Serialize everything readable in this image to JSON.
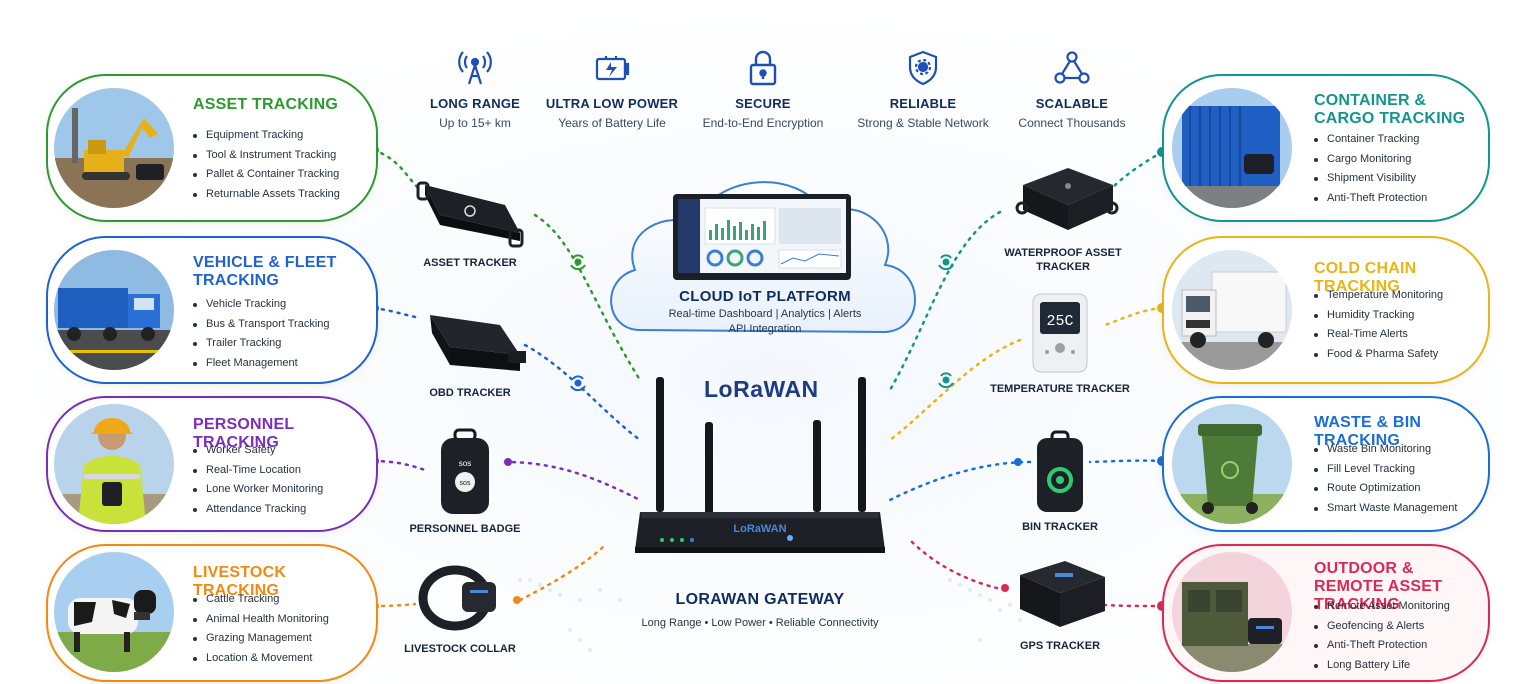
{
  "features": [
    {
      "icon": "antenna-icon",
      "title": "LONG RANGE",
      "subtitle": "Up to 15+ km"
    },
    {
      "icon": "battery-icon",
      "title": "ULTRA LOW POWER",
      "subtitle": "Years of Battery Life"
    },
    {
      "icon": "padlock-icon",
      "title": "SECURE",
      "subtitle": "End-to-End Encryption"
    },
    {
      "icon": "shield-gear-icon",
      "title": "RELIABLE",
      "subtitle": "Strong & Stable Network"
    },
    {
      "icon": "network-nodes-icon",
      "title": "SCALABLE",
      "subtitle": "Connect Thousands"
    }
  ],
  "cloud": {
    "title": "CLOUD IoT PLATFORM",
    "line1": "Real-time Dashboard | Analytics | Alerts",
    "line2": "API Integration"
  },
  "gateway": {
    "logo": "LoRaWAN",
    "title": "LORAWAN GATEWAY",
    "subtitle": "Long Range • Low Power • Reliable Connectivity"
  },
  "left_cards": [
    {
      "title": "ASSET TRACKING",
      "color": "#2e9a2e",
      "photo": "excavator-photo",
      "items": [
        "Equipment Tracking",
        "Tool & Instrument Tracking",
        "Pallet & Container Tracking",
        "Returnable Assets Tracking"
      ]
    },
    {
      "title": "VEHICLE & FLEET TRACKING",
      "color": "#1f63d0",
      "photo": "truck-photo",
      "items": [
        "Vehicle Tracking",
        "Bus & Transport Tracking",
        "Trailer Tracking",
        "Fleet Management"
      ]
    },
    {
      "title": "PERSONNEL TRACKING",
      "color": "#7a2fb8",
      "photo": "worker-photo",
      "items": [
        "Worker Safety",
        "Real-Time Location",
        "Lone Worker Monitoring",
        "Attendance Tracking"
      ]
    },
    {
      "title": "LIVESTOCK TRACKING",
      "color": "#f08a12",
      "photo": "cow-photo",
      "items": [
        "Cattle Tracking",
        "Animal Health Monitoring",
        "Grazing Management",
        "Location & Movement"
      ]
    }
  ],
  "right_cards": [
    {
      "title": "CONTAINER & CARGO TRACKING",
      "color": "#12958f",
      "photo": "container-photo",
      "items": [
        "Container Tracking",
        "Cargo Monitoring",
        "Shipment Visibility",
        "Anti-Theft Protection"
      ]
    },
    {
      "title": "COLD CHAIN TRACKING",
      "color": "#e9b416",
      "photo": "reefer-truck-photo",
      "items": [
        "Temperature Monitoring",
        "Humidity Tracking",
        "Real-Time Alerts",
        "Food & Pharma Safety"
      ]
    },
    {
      "title": "WASTE & BIN TRACKING",
      "color": "#1a6fd6",
      "photo": "waste-bin-photo",
      "items": [
        "Waste Bin Monitoring",
        "Fill Level Tracking",
        "Route Optimization",
        "Smart Waste Management"
      ]
    },
    {
      "title": "OUTDOOR & REMOTE ASSET TRACKING",
      "color": "#d92a56",
      "photo": "generator-photo",
      "items": [
        "Remote Asset Monitoring",
        "Geofencing & Alerts",
        "Anti-Theft Protection",
        "Long Battery Life"
      ]
    }
  ],
  "devices": {
    "asset_tracker": "ASSET TRACKER",
    "obd_tracker": "OBD TRACKER",
    "personnel_badge": "PERSONNEL BADGE",
    "livestock_collar": "LIVESTOCK COLLAR",
    "waterproof_tracker": "WATERPROOF ASSET TRACKER",
    "temperature_tracker": "TEMPERATURE TRACKER",
    "temperature_display": "25C",
    "bin_tracker": "BIN TRACKER",
    "gps_tracker": "GPS TRACKER",
    "badge_text": "sos"
  }
}
